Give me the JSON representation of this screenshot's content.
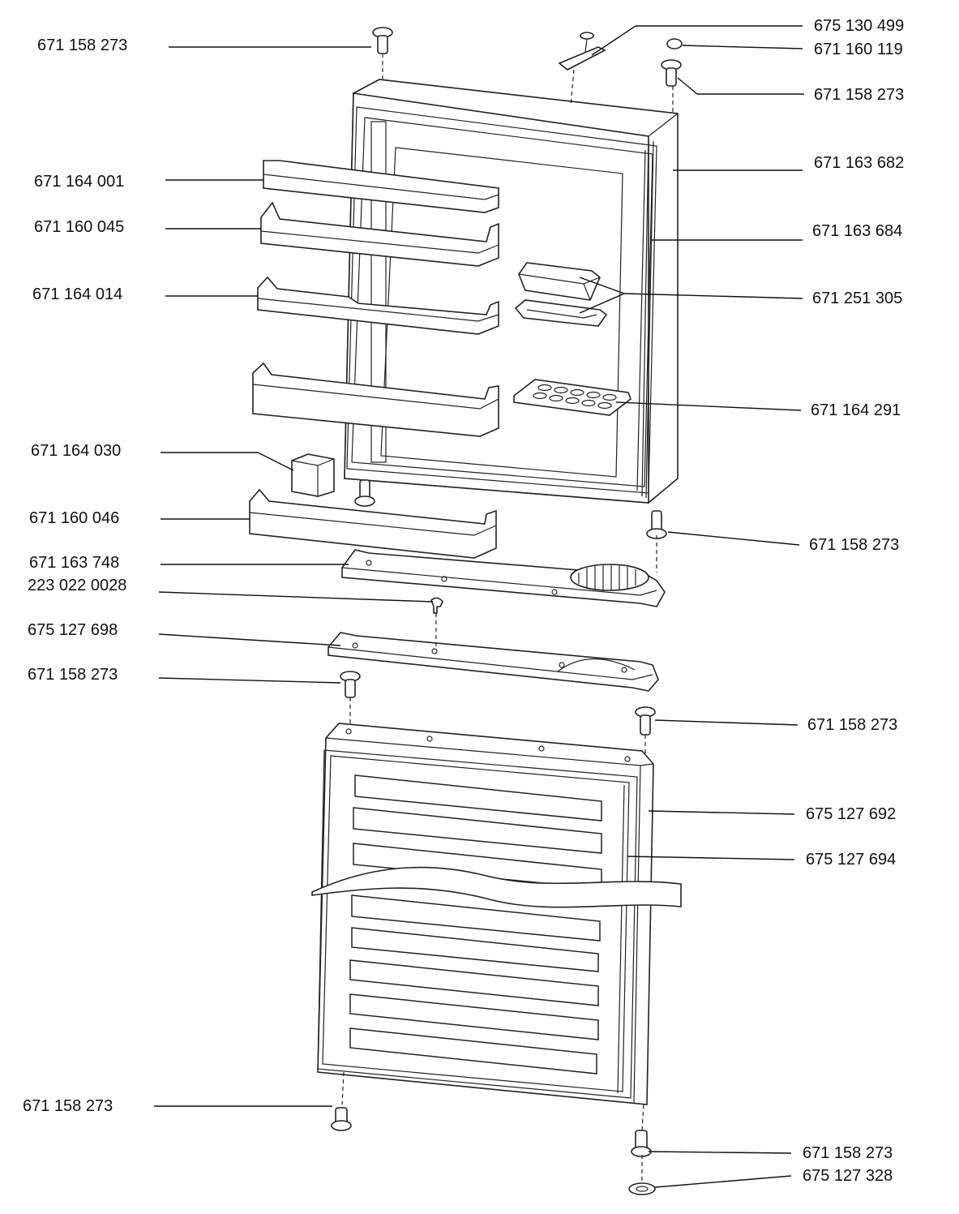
{
  "labels": {
    "top_left_screw": "671 158 273",
    "top_hinge_plate": "675 130 499",
    "top_cap": "671 160 119",
    "top_right_screw": "671 158 273",
    "upper_door": "671 163 682",
    "upper_gasket": "671 163 684",
    "shelf_1": "671 164 001",
    "shelf_2": "671 160 045",
    "shelf_3": "671 164 014",
    "butter_box": "671 251 305",
    "egg_tray": "671 164 291",
    "small_bin": "671 164 030",
    "bottom_shelf": "671 160 046",
    "mid_right_screw": "671 158 273",
    "hinge_bracket": "671 163 748",
    "hinge_screw": "223 022 0028",
    "middle_hinge": "675 127 698",
    "mid_left_screw": "671 158 273",
    "lower_right_screw": "671 158 273",
    "lower_door": "675 127 692",
    "lower_gasket": "675 127 694",
    "bottom_left_screw": "671 158 273",
    "bottom_right_screw": "671 158 273",
    "bottom_washer": "675 127 328"
  }
}
